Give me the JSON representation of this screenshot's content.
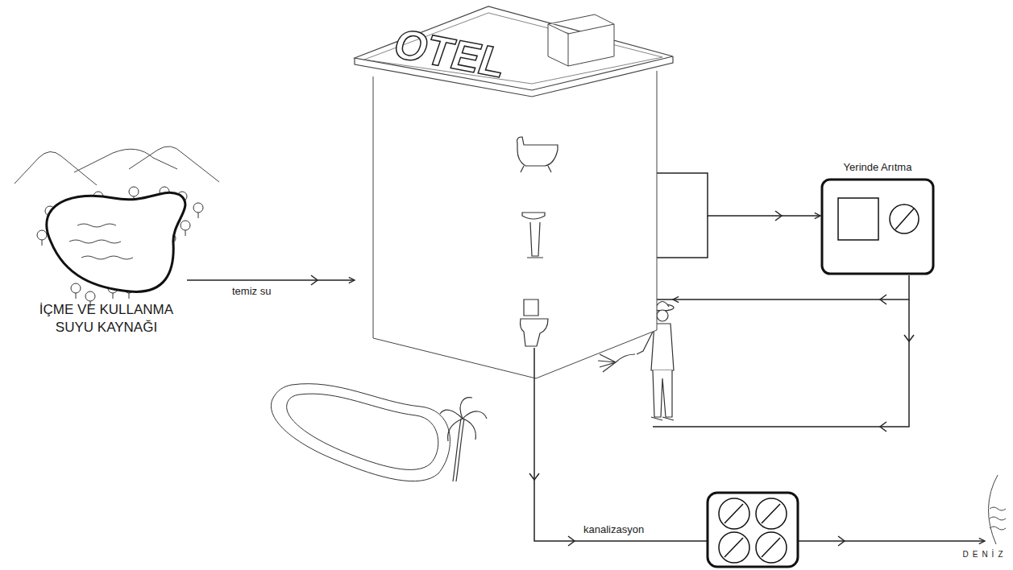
{
  "diagram": {
    "nodes": [
      {
        "text": [
          "İÇME VE KULLANMA SUYU KAYNAĞI"
        ]
      },
      {
        "text": [
          "OTEL"
        ]
      },
      {
        "text": [
          "Yerinde Arıtma"
        ]
      },
      {
        "text": [
          "DENİZ"
        ]
      }
    ],
    "edges": [
      {
        "from": 0,
        "to": 1,
        "arrow": "to",
        "label": "temiz su"
      },
      {
        "from": 1,
        "to": 2,
        "arrow": "to"
      },
      {
        "from": 2,
        "to": 1,
        "arrow": "to"
      },
      {
        "from": 1,
        "to": 3,
        "arrow": "to",
        "label": "kanalizasyon"
      }
    ]
  }
}
